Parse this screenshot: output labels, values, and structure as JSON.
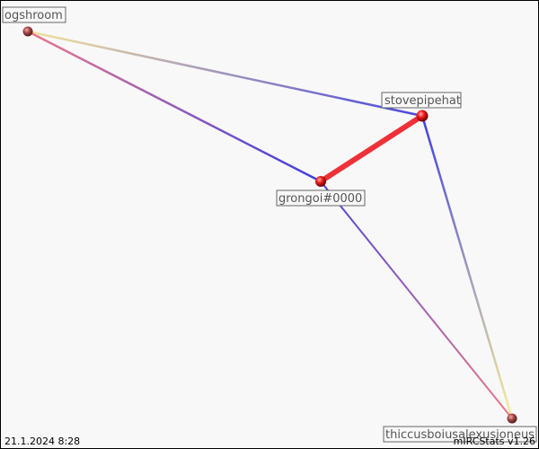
{
  "graph": {
    "nodes": [
      {
        "id": "ogshroom",
        "label": "ogshroom"
      },
      {
        "id": "stovepipehat",
        "label": "stovepipehat"
      },
      {
        "id": "grongoi",
        "label": "grongoi#0000"
      },
      {
        "id": "thiccus",
        "label": "thiccusboiusalexusioneus"
      }
    ],
    "edges": [
      {
        "from": "ogshroom",
        "to": "stovepipehat",
        "color_from": "#f4e39a",
        "color_to": "#4a46de",
        "weight": "light"
      },
      {
        "from": "ogshroom",
        "to": "grongoi",
        "color_from": "#ea7a8e",
        "color_to": "#3f3ee0",
        "weight": "light"
      },
      {
        "from": "stovepipehat",
        "to": "grongoi",
        "color_from": "#ee3138",
        "color_to": "#ee3138",
        "weight": "heavy"
      },
      {
        "from": "stovepipehat",
        "to": "thiccus",
        "color_from": "#3f3ee0",
        "color_to": "#f7ef9a",
        "weight": "light"
      },
      {
        "from": "grongoi",
        "to": "thiccus",
        "color_from": "#4a44dc",
        "color_to": "#ee7a88",
        "weight": "light"
      }
    ],
    "node_colors": {
      "small": "#a84a4a",
      "large": "#ee1c1c"
    }
  },
  "footer": {
    "date": "21.1.2024 8:28",
    "credit": "mIRCStats v1.26"
  }
}
